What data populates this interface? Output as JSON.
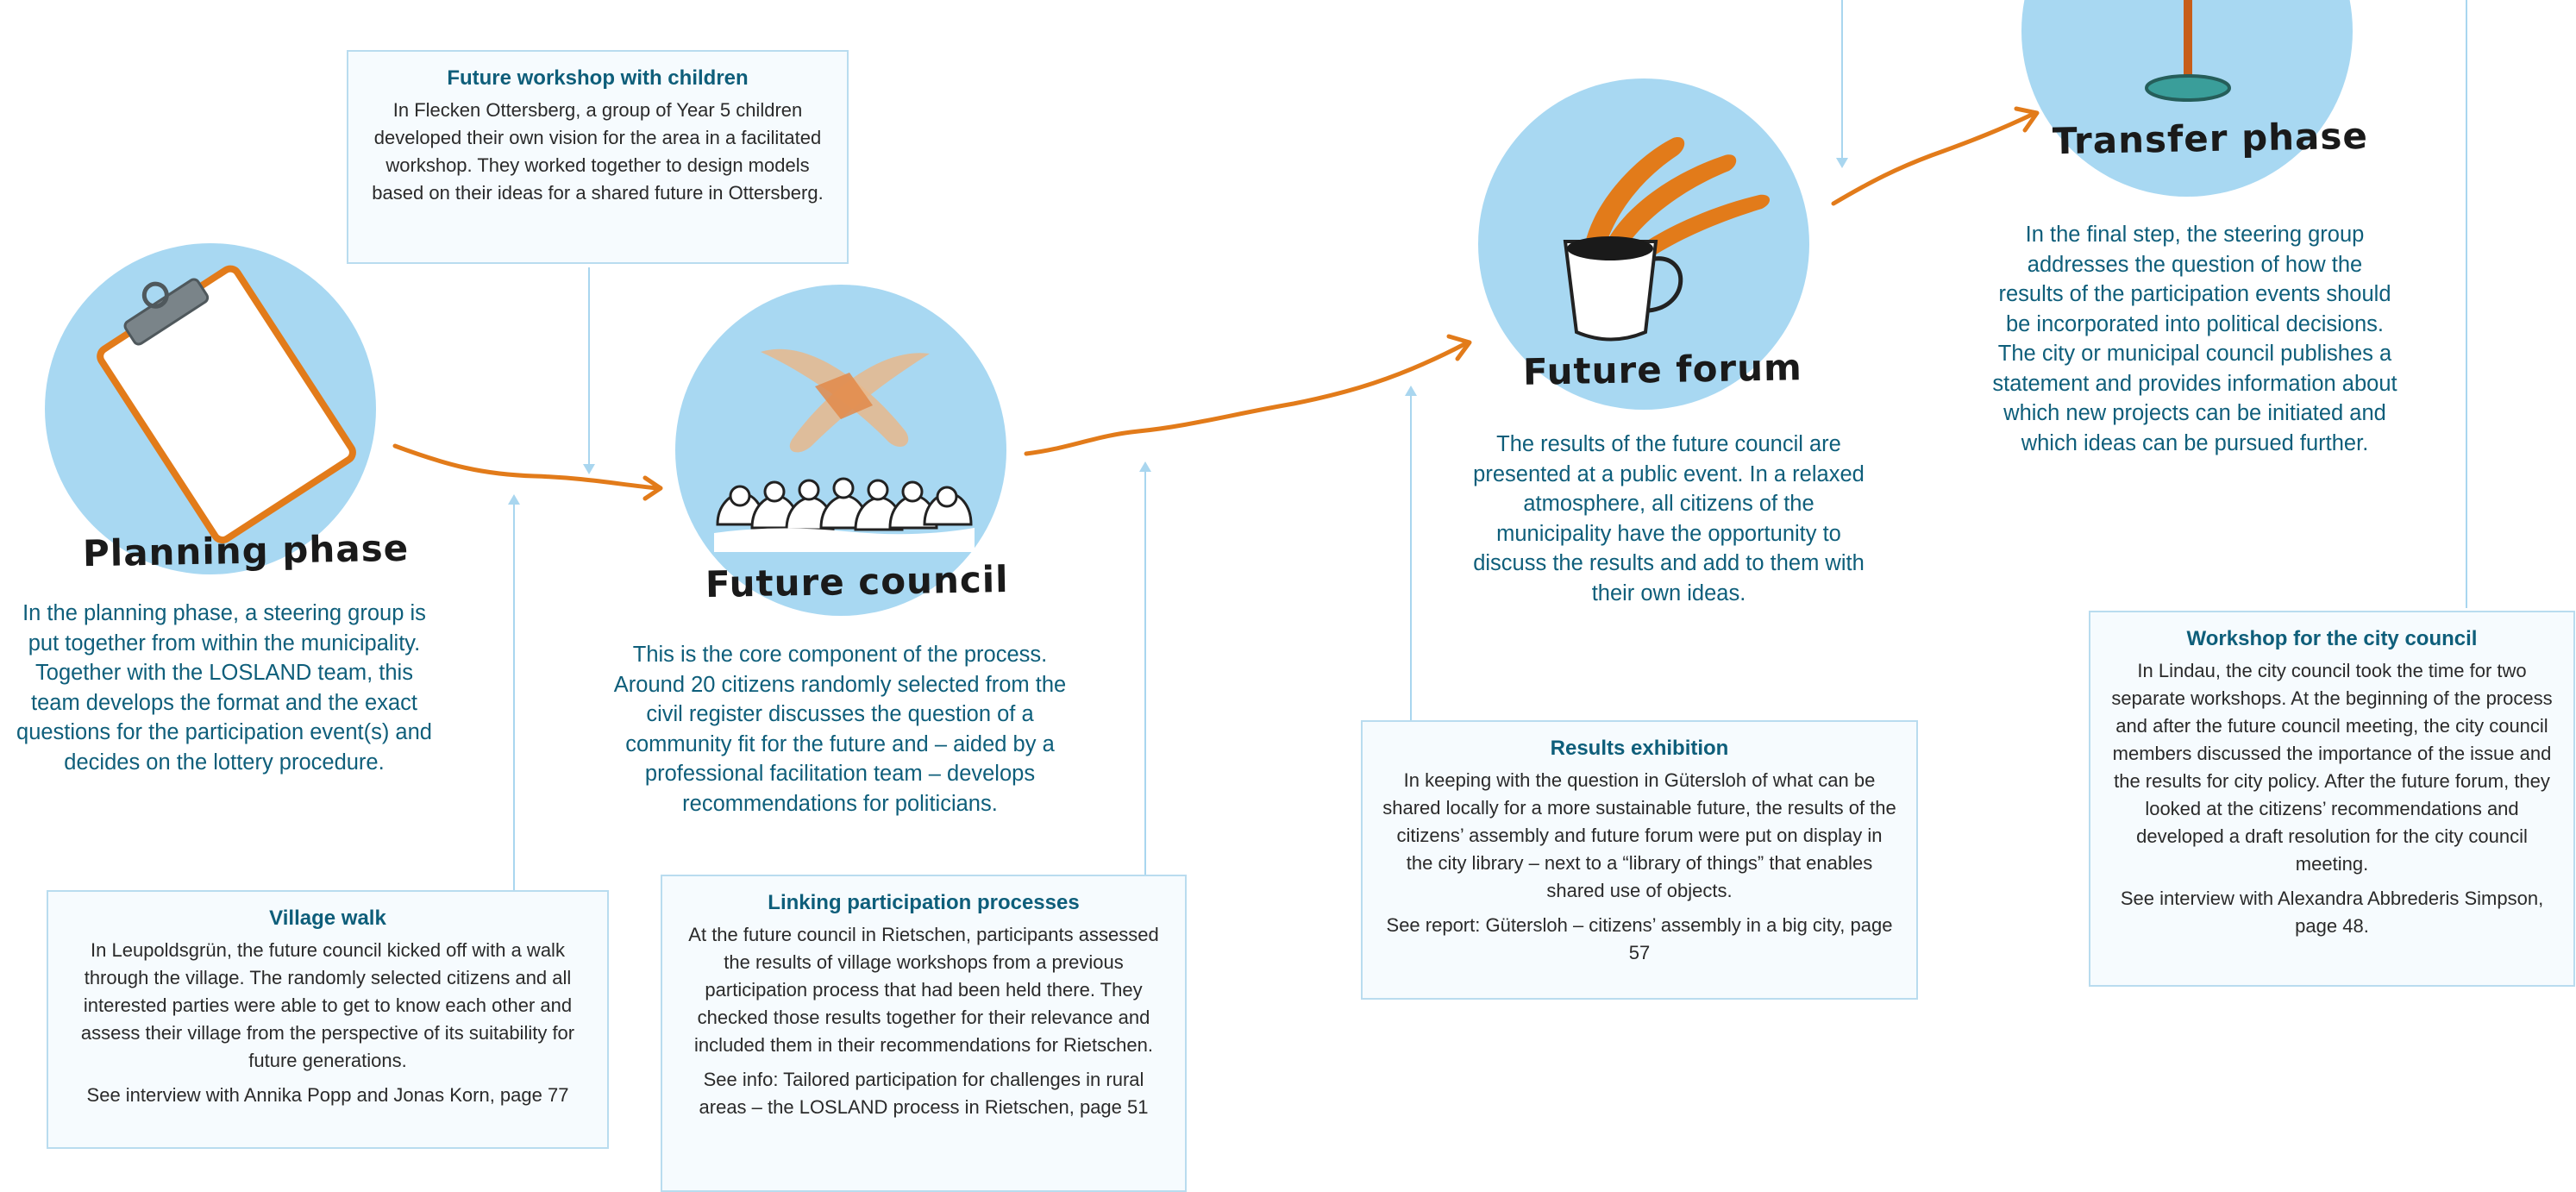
{
  "colors": {
    "circle_fill": "#a8d8f2",
    "description_text": "#0e5e7a",
    "arrow_orange": "#e27b1a",
    "connector_blue": "#a9d6ef",
    "box_border": "#b9dcef"
  },
  "phases": [
    {
      "label": "Planning phase",
      "icon": "clipboard-icon",
      "description": "In the planning phase, a steering group is put together from within the municipality. Together with the LOSLAND team, this team develops the format and the exact questions for the participation event(s) and decides on the lottery procedure."
    },
    {
      "label": "Future council",
      "icon": "people-group-icon",
      "description": "This is the core component of the process. Around 20 citizens randomly selected from the civil register discusses the question of a community fit for the future and – aided by a professional facilitation team – develops recommendations for politicians."
    },
    {
      "label": "Future forum",
      "icon": "coffee-cup-icon",
      "description": "The results of the future council are presented at a public event. In a relaxed atmosphere, all citizens of the municipality have the opportunity to discuss the results and add to them with their own ideas."
    },
    {
      "label": "Transfer phase",
      "icon": "pin-icon",
      "description": "In the final step, the steering group addresses the question of how the results of the participation events should be incorporated into political decisions. The city or municipal council publishes a statement and provides information about which new projects can be initiated and which ideas can be pursued further."
    }
  ],
  "examples": [
    {
      "title": "Future workshop with children",
      "text": "In Flecken Ottersberg, a group of Year 5 children developed their own vision for the area in a facilitated workshop. They worked together to design models based on their ideas for a shared future in Ottersberg.",
      "ref": ""
    },
    {
      "title": "Village walk",
      "text": "In Leupoldsgrün, the future council kicked off with a walk through the village. The randomly selected citizens and all interested parties were able to get to know each other and assess their village from the perspective of its suitability for future generations.",
      "ref": "See interview with Annika Popp and Jonas Korn, page 77"
    },
    {
      "title": "Linking participation processes",
      "text": "At the future council in Rietschen, participants assessed the results of village workshops from a previous participation process that had been held there. They checked those results together for their relevance and included them in their recommendations for Rietschen.",
      "ref": "See info: Tailored participation for challenges in rural areas – the LOSLAND process in Rietschen, page 51"
    },
    {
      "title": "Results exhibition",
      "text": "In keeping with the question in Gütersloh of what can be shared locally for a more sustainable future, the results of the citizens’ assembly and future forum were put on display in the city library – next to a “library of things” that enables shared use of objects.",
      "ref": "See report: Gütersloh – citizens’ assembly in a big city, page 57"
    },
    {
      "title": "Workshop for the city council",
      "text": "In Lindau, the city council took the time for two separate workshops. At the beginning of the process and after the future council meeting, the city council members discussed the importance of the issue and the results for city policy. After the future forum, they looked at the citizens’ recommendations and developed a draft resolution for the city council meeting.",
      "ref": "See interview with Alexandra Abbrederis Simpson, page 48."
    }
  ]
}
